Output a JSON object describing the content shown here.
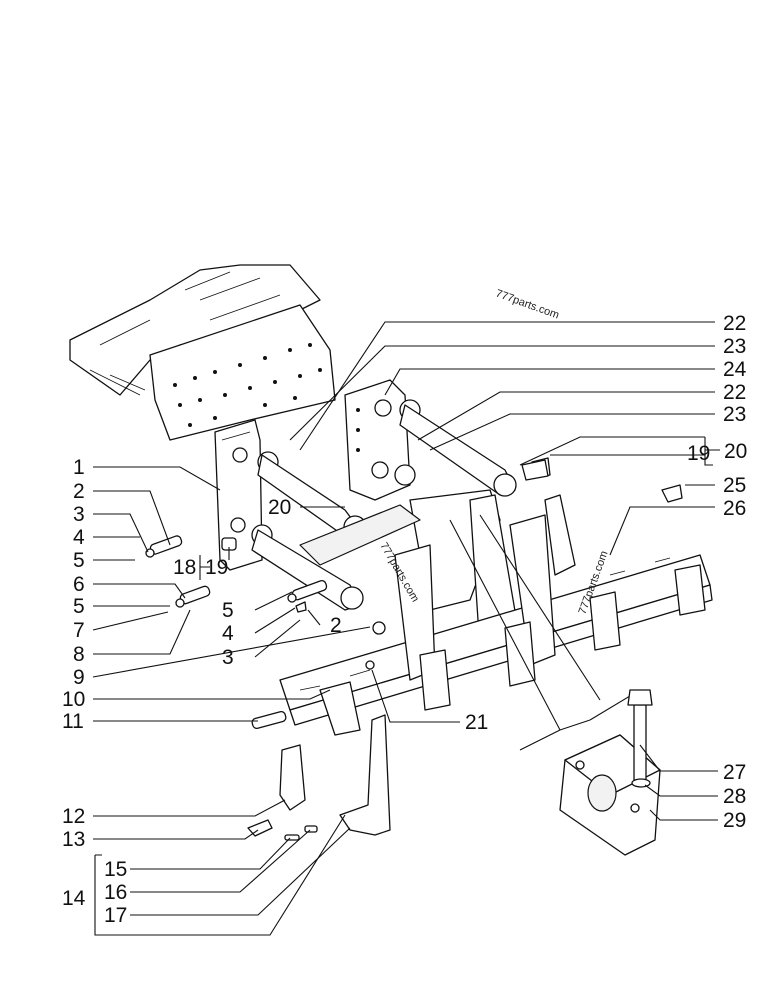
{
  "watermarks": [
    "777parts.com",
    "777parts.com",
    "777parts.com"
  ],
  "callouts": {
    "c1": "1",
    "c2a": "2",
    "c3a": "3",
    "c4a": "4",
    "c5a": "5",
    "c6": "6",
    "c5b": "5",
    "c7": "7",
    "c8": "8",
    "c9": "9",
    "c10": "10",
    "c11": "11",
    "c12": "12",
    "c13": "13",
    "c14": "14",
    "c15": "15",
    "c16": "16",
    "c17": "17",
    "c18": "18",
    "c19a": "19",
    "c20a": "20",
    "c5c": "5",
    "c4b": "4",
    "c3b": "3",
    "c2b": "2",
    "c21": "21",
    "c22a": "22",
    "c23a": "23",
    "c24": "24",
    "c22b": "22",
    "c23b": "23",
    "c19b": "19",
    "c20b": "20",
    "c25": "25",
    "c26": "26",
    "c27": "27",
    "c28": "28",
    "c29": "29"
  }
}
